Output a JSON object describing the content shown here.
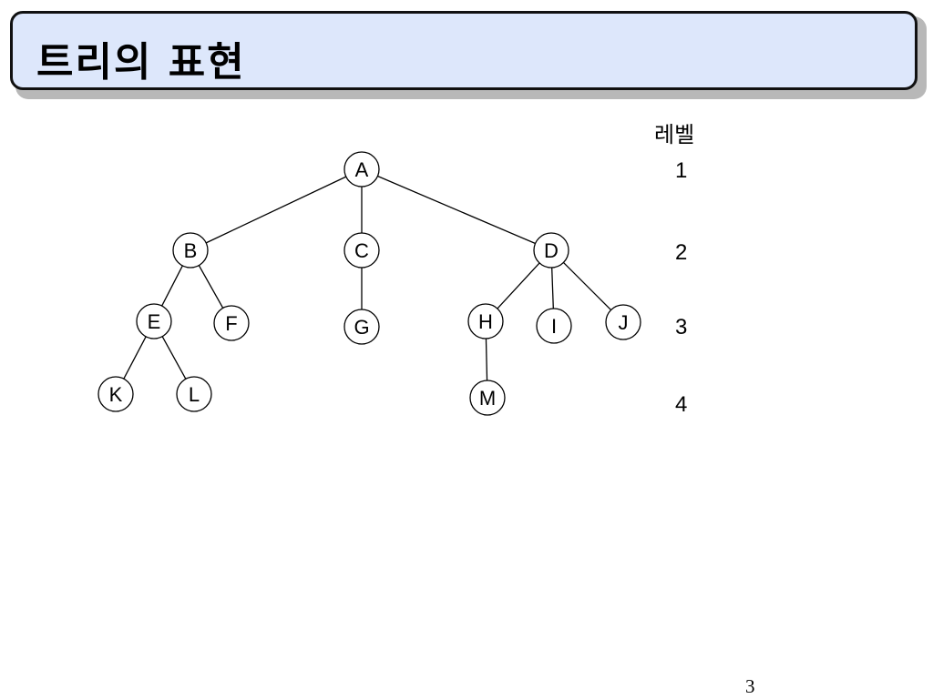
{
  "title": "트리의 표현",
  "tree": {
    "nodes": [
      {
        "id": "A",
        "label": "A",
        "level": 1
      },
      {
        "id": "B",
        "label": "B",
        "level": 2,
        "parent": "A"
      },
      {
        "id": "C",
        "label": "C",
        "level": 2,
        "parent": "A"
      },
      {
        "id": "D",
        "label": "D",
        "level": 2,
        "parent": "A"
      },
      {
        "id": "E",
        "label": "E",
        "level": 3,
        "parent": "B"
      },
      {
        "id": "F",
        "label": "F",
        "level": 3,
        "parent": "B"
      },
      {
        "id": "G",
        "label": "G",
        "level": 3,
        "parent": "C"
      },
      {
        "id": "H",
        "label": "H",
        "level": 3,
        "parent": "D"
      },
      {
        "id": "I",
        "label": "I",
        "level": 3,
        "parent": "D"
      },
      {
        "id": "J",
        "label": "J",
        "level": 3,
        "parent": "D"
      },
      {
        "id": "K",
        "label": "K",
        "level": 4,
        "parent": "E"
      },
      {
        "id": "L",
        "label": "L",
        "level": 4,
        "parent": "E"
      },
      {
        "id": "M",
        "label": "M",
        "level": 4,
        "parent": "H"
      }
    ]
  },
  "levels": {
    "header": "레벨",
    "values": [
      "1",
      "2",
      "3",
      "4"
    ]
  },
  "page_number": "3"
}
